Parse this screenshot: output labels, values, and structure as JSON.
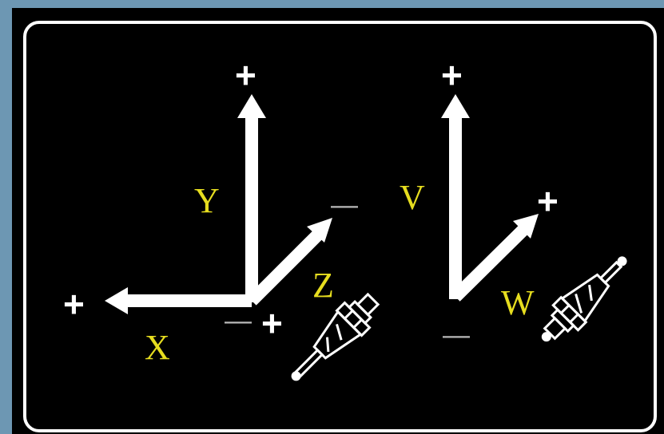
{
  "diagram": {
    "colors": {
      "background": "#6d97b3",
      "panel": "#000000",
      "axis": "#ffffff",
      "label": "#e6dd1f",
      "minus": "#b8b8b8"
    },
    "axes": {
      "x": {
        "label": "X",
        "plus": "+",
        "minus": "—"
      },
      "y": {
        "label": "Y",
        "plus": "+"
      },
      "z": {
        "label": "Z",
        "plus": "+",
        "minus": "—"
      },
      "v": {
        "label": "V",
        "plus": "+"
      },
      "w": {
        "label": "W",
        "plus": "+",
        "minus": "—"
      }
    },
    "tools": [
      "tool-icon",
      "tool-icon"
    ]
  }
}
